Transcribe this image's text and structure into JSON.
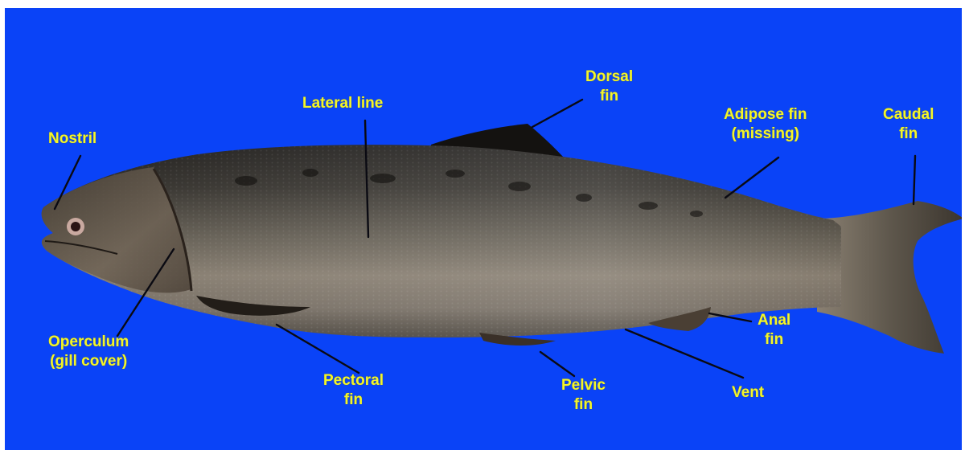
{
  "colors": {
    "background": "#0a43f7",
    "label_text": "#f3f52a",
    "leader_line": "#0a0a12",
    "fish_body": "#3a3630"
  },
  "labels": {
    "nostril": [
      "Nostril"
    ],
    "lateral_line": [
      "Lateral line"
    ],
    "dorsal_fin": [
      "Dorsal",
      "fin"
    ],
    "adipose_fin": [
      "Adipose fin",
      "(missing)"
    ],
    "caudal_fin": [
      "Caudal",
      "fin"
    ],
    "operculum": [
      "Operculum",
      "(gill cover)"
    ],
    "pectoral_fin": [
      "Pectoral",
      "fin"
    ],
    "pelvic_fin": [
      "Pelvic",
      "fin"
    ],
    "vent": [
      "Vent"
    ],
    "anal_fin": [
      "Anal",
      "fin"
    ]
  }
}
